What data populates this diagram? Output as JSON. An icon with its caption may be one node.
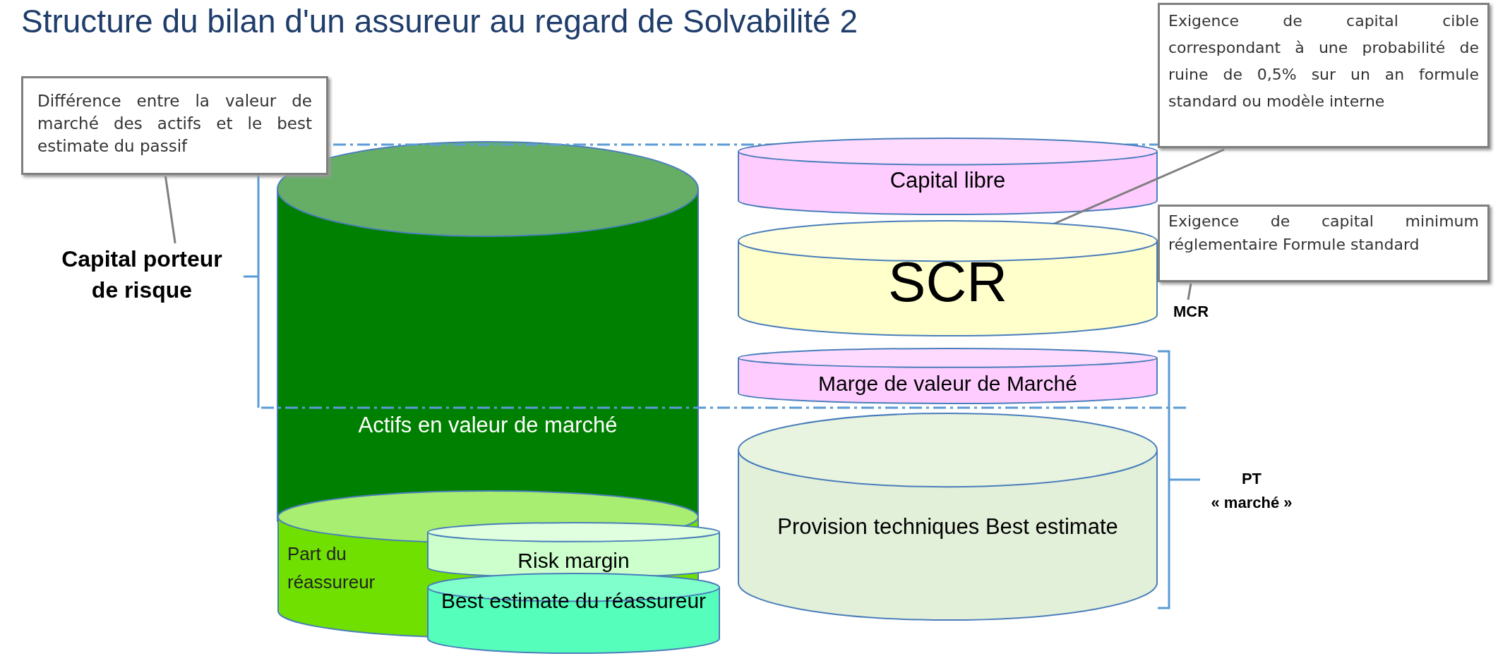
{
  "diagram": {
    "title": "Structure du bilan d'un assureur au regard de Solvabilité 2",
    "nodes": [
      {
        "text": [
          "Différence entre la valeur de marché des actifs et le best estimate du passif"
        ]
      },
      {
        "text": [
          "Capital porteur de risque"
        ]
      },
      {
        "text": [
          "Actifs en valeur de marché"
        ]
      },
      {
        "text": [
          "Part du réassureur"
        ]
      },
      {
        "text": [
          "Risk margin"
        ]
      },
      {
        "text": [
          "Best estimate du réassureur"
        ]
      },
      {
        "text": [
          "Capital libre"
        ]
      },
      {
        "text": [
          "SCR"
        ]
      },
      {
        "text": [
          "Marge de valeur de Marché"
        ]
      },
      {
        "text": [
          "Provision techniques Best estimate"
        ]
      },
      {
        "text": [
          "Exigence de capital cible correspondant à une probabilité de ruine de 0,5% sur un an formule standard ou modèle interne"
        ]
      },
      {
        "text": [
          "Exigence de capital minimum réglementaire Formule standard"
        ]
      },
      {
        "text": [
          "MCR"
        ]
      }
    ],
    "edges": [
      {
        "from": 0,
        "to": 1,
        "arrow": "none"
      },
      {
        "from": 10,
        "to": 7,
        "arrow": "none"
      },
      {
        "from": 11,
        "to": 12,
        "arrow": "none"
      }
    ],
    "labels": [
      "PT « marché »"
    ]
  }
}
